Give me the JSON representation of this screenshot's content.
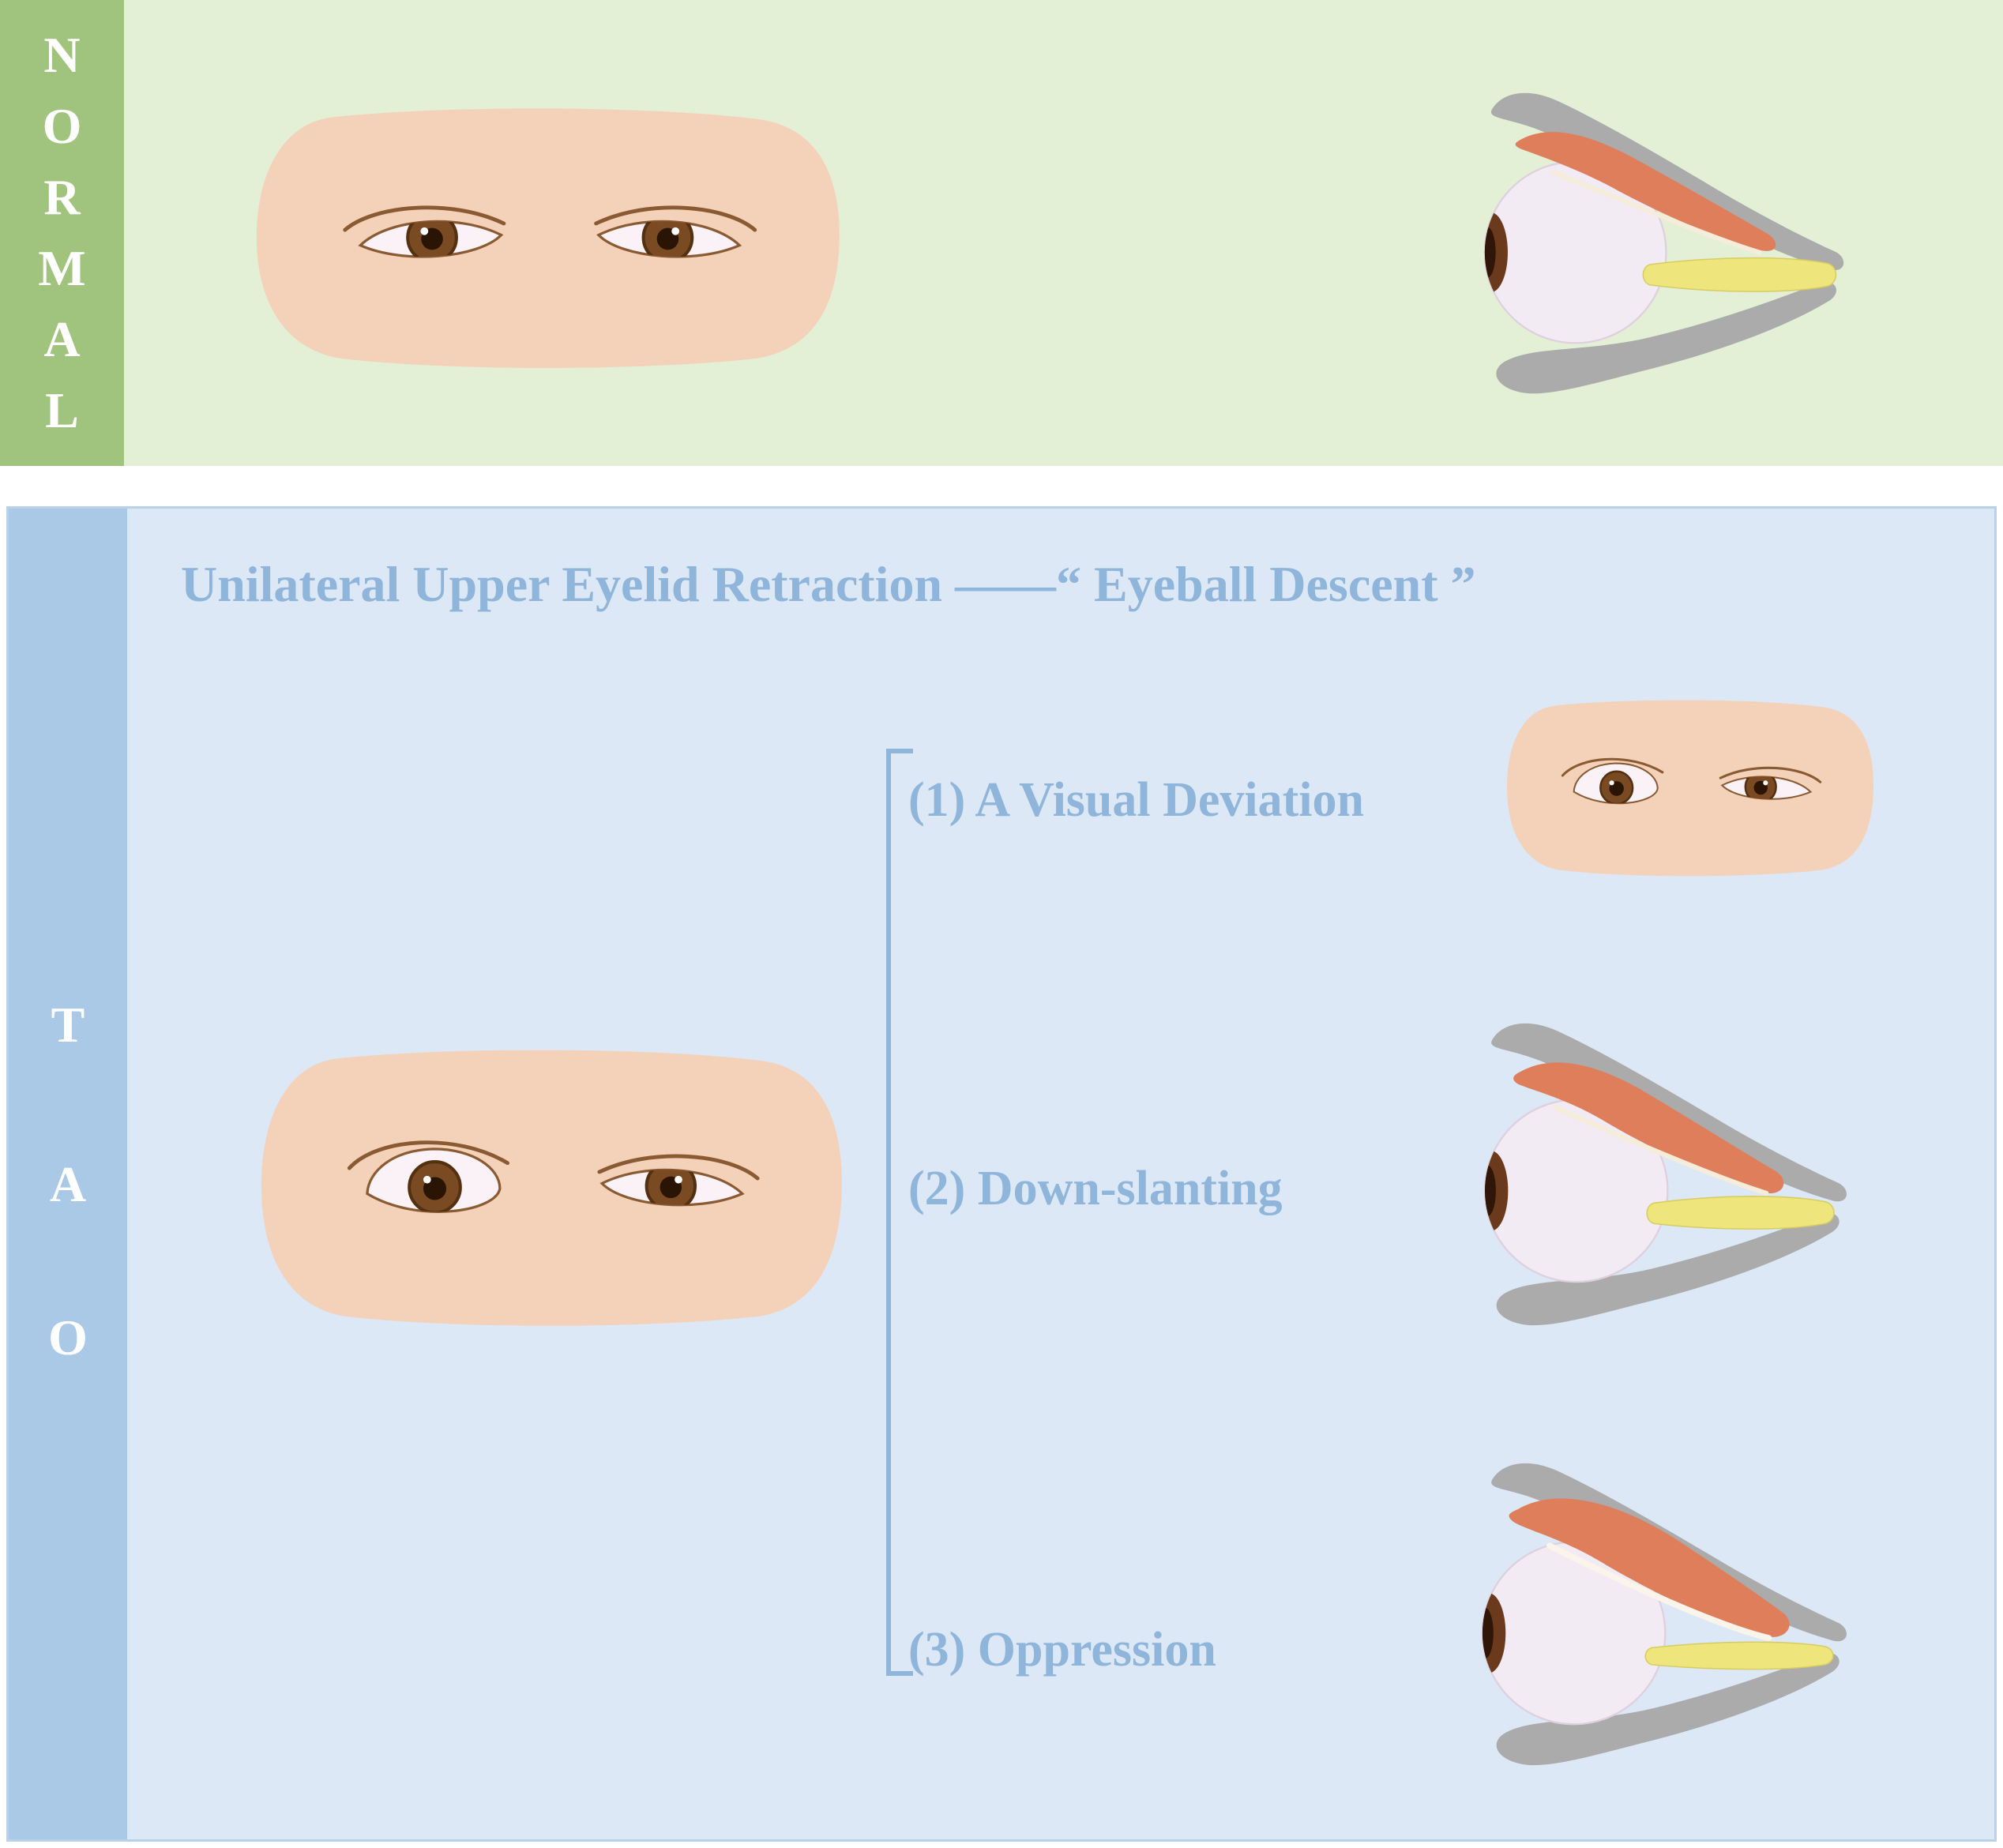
{
  "colors": {
    "green_sidebar": "#a0c47d",
    "green_bg": "#e3f0d5",
    "blue_sidebar": "#aac9e6",
    "blue_bg": "#dce8f5",
    "blue_border": "#bad1ea",
    "text_blue": "#8fb5da",
    "letter_white": "#ffffff",
    "skin": "#f4d2ba",
    "sclera": "#faf2f6",
    "iris_brown": "#7a4a22",
    "pupil": "#2a1404",
    "lid_line": "#8a5b33",
    "bone_gray": "#ababab",
    "muscle_orange": "#de7e5b",
    "muscle_yellow": "#efe57d",
    "eyeball_fill": "#f3ebf3"
  },
  "panels": {
    "normal": {
      "letters": [
        "N",
        "O",
        "R",
        "M",
        "A",
        "L"
      ]
    },
    "tao": {
      "letters": [
        "T",
        "A",
        "O"
      ],
      "title": "Unilateral Upper Eyelid Retraction ——“ Eyeball Descent ”",
      "items": [
        {
          "label": "(1) A Visual Deviation"
        },
        {
          "label": "(2) Down-slanting"
        },
        {
          "label": "(3) Oppression"
        }
      ]
    }
  }
}
